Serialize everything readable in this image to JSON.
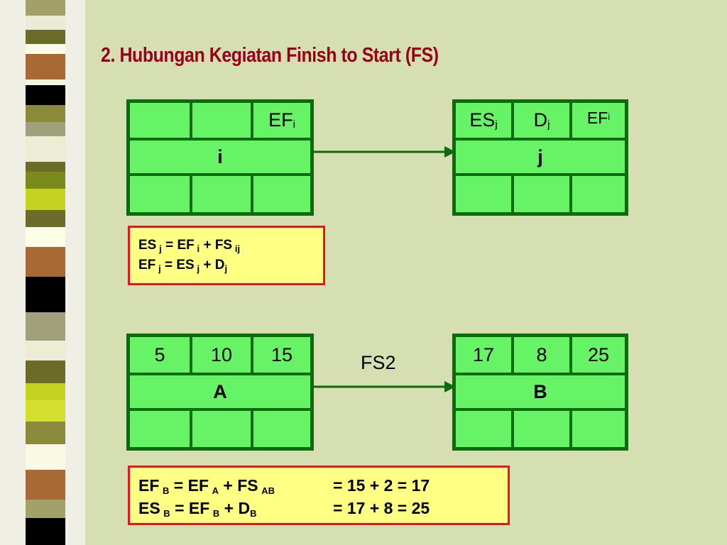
{
  "title": "2. Hubungan Kegiatan Finish to Start (FS)",
  "node_i": {
    "top": [
      "",
      "",
      "EF"
    ],
    "top_sub": [
      "",
      "",
      "i"
    ],
    "name": "i",
    "bottom": [
      "",
      "",
      ""
    ]
  },
  "node_j": {
    "top": [
      "ES",
      "D",
      "EF"
    ],
    "top_sub": [
      "j",
      "j",
      "i"
    ],
    "name": "j",
    "bottom": [
      "",
      "",
      ""
    ]
  },
  "formula1": {
    "line1": {
      "a": "ES",
      "a_sub": "j",
      "b": " = EF",
      "b_sub": "i",
      "c": " + FS",
      "c_sub": "ij"
    },
    "line2": {
      "a": "EF",
      "a_sub": "j",
      "b": " = ES",
      "b_sub": "j",
      "c": " + D",
      "c_sub": "j"
    }
  },
  "node_A": {
    "top": [
      "5",
      "10",
      "15"
    ],
    "name": "A",
    "bottom": [
      "",
      "",
      ""
    ]
  },
  "node_B": {
    "top": [
      "17",
      "8",
      "25"
    ],
    "name": "B",
    "bottom": [
      "",
      "",
      ""
    ]
  },
  "fs_label": "FS2",
  "formula2": {
    "line1": {
      "a": "EF",
      "a_sub": "B",
      "b": " = EF",
      "b_sub": "A",
      "c": " + FS",
      "c_sub": "AB",
      "result": "= 15 + 2 = 17"
    },
    "line2": {
      "a": "ES",
      "a_sub": "B",
      "b": " = EF",
      "b_sub": "B",
      "c": " + D",
      "c_sub": "B",
      "result": "= 17 + 8 = 25"
    }
  },
  "colors": {
    "background": "#d5dfb1",
    "node_fill": "#66f366",
    "node_border": "#0d6b0d",
    "formula_fill": "#ffff84",
    "formula_border": "#e8141e",
    "title": "#99001a"
  }
}
